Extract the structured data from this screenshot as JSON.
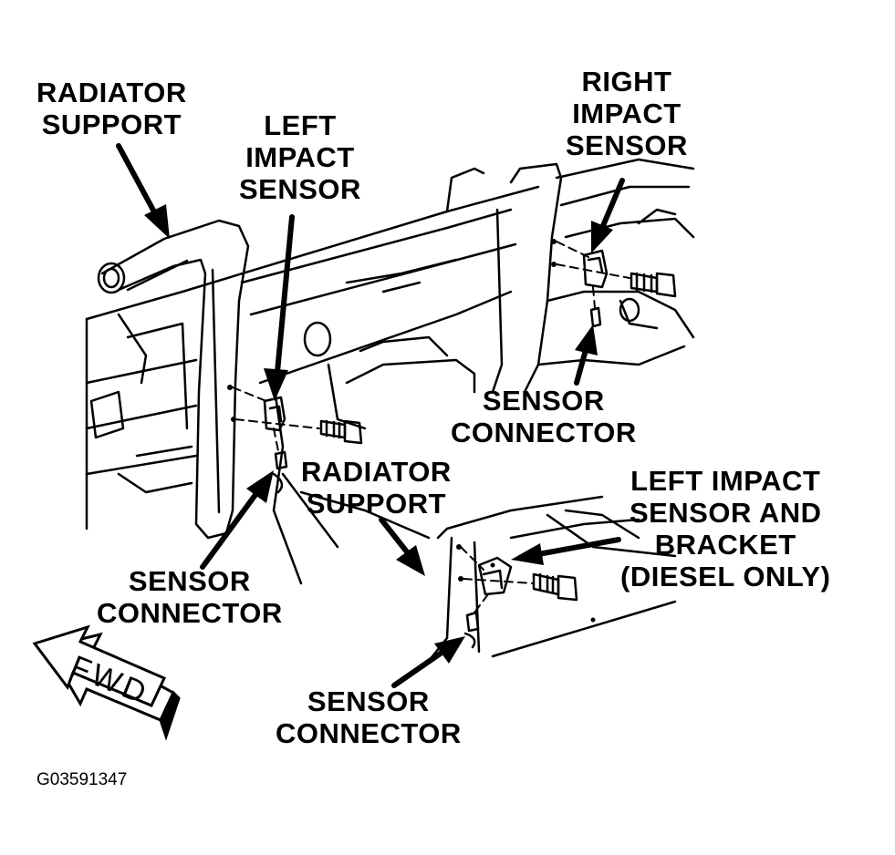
{
  "labels": {
    "radiator_support_top": [
      "RADIATOR",
      "SUPPORT"
    ],
    "left_impact_sensor": [
      "LEFT",
      "IMPACT",
      "SENSOR"
    ],
    "right_impact_sensor": [
      "RIGHT",
      "IMPACT",
      "SENSOR"
    ],
    "sensor_connector_right": [
      "SENSOR",
      "CONNECTOR"
    ],
    "radiator_support_mid": [
      "RADIATOR",
      "SUPPORT"
    ],
    "left_impact_sensor_bracket": [
      "LEFT IMPACT",
      "SENSOR AND",
      "BRACKET",
      "(DIESEL ONLY)"
    ],
    "sensor_connector_left": [
      "SENSOR",
      "CONNECTOR"
    ],
    "sensor_connector_bottom": [
      "SENSOR",
      "CONNECTOR"
    ]
  },
  "fwd_arrow": "FWD",
  "figure_code": "G03591347",
  "colors": {
    "ink": "#000000",
    "paper": "#ffffff"
  }
}
